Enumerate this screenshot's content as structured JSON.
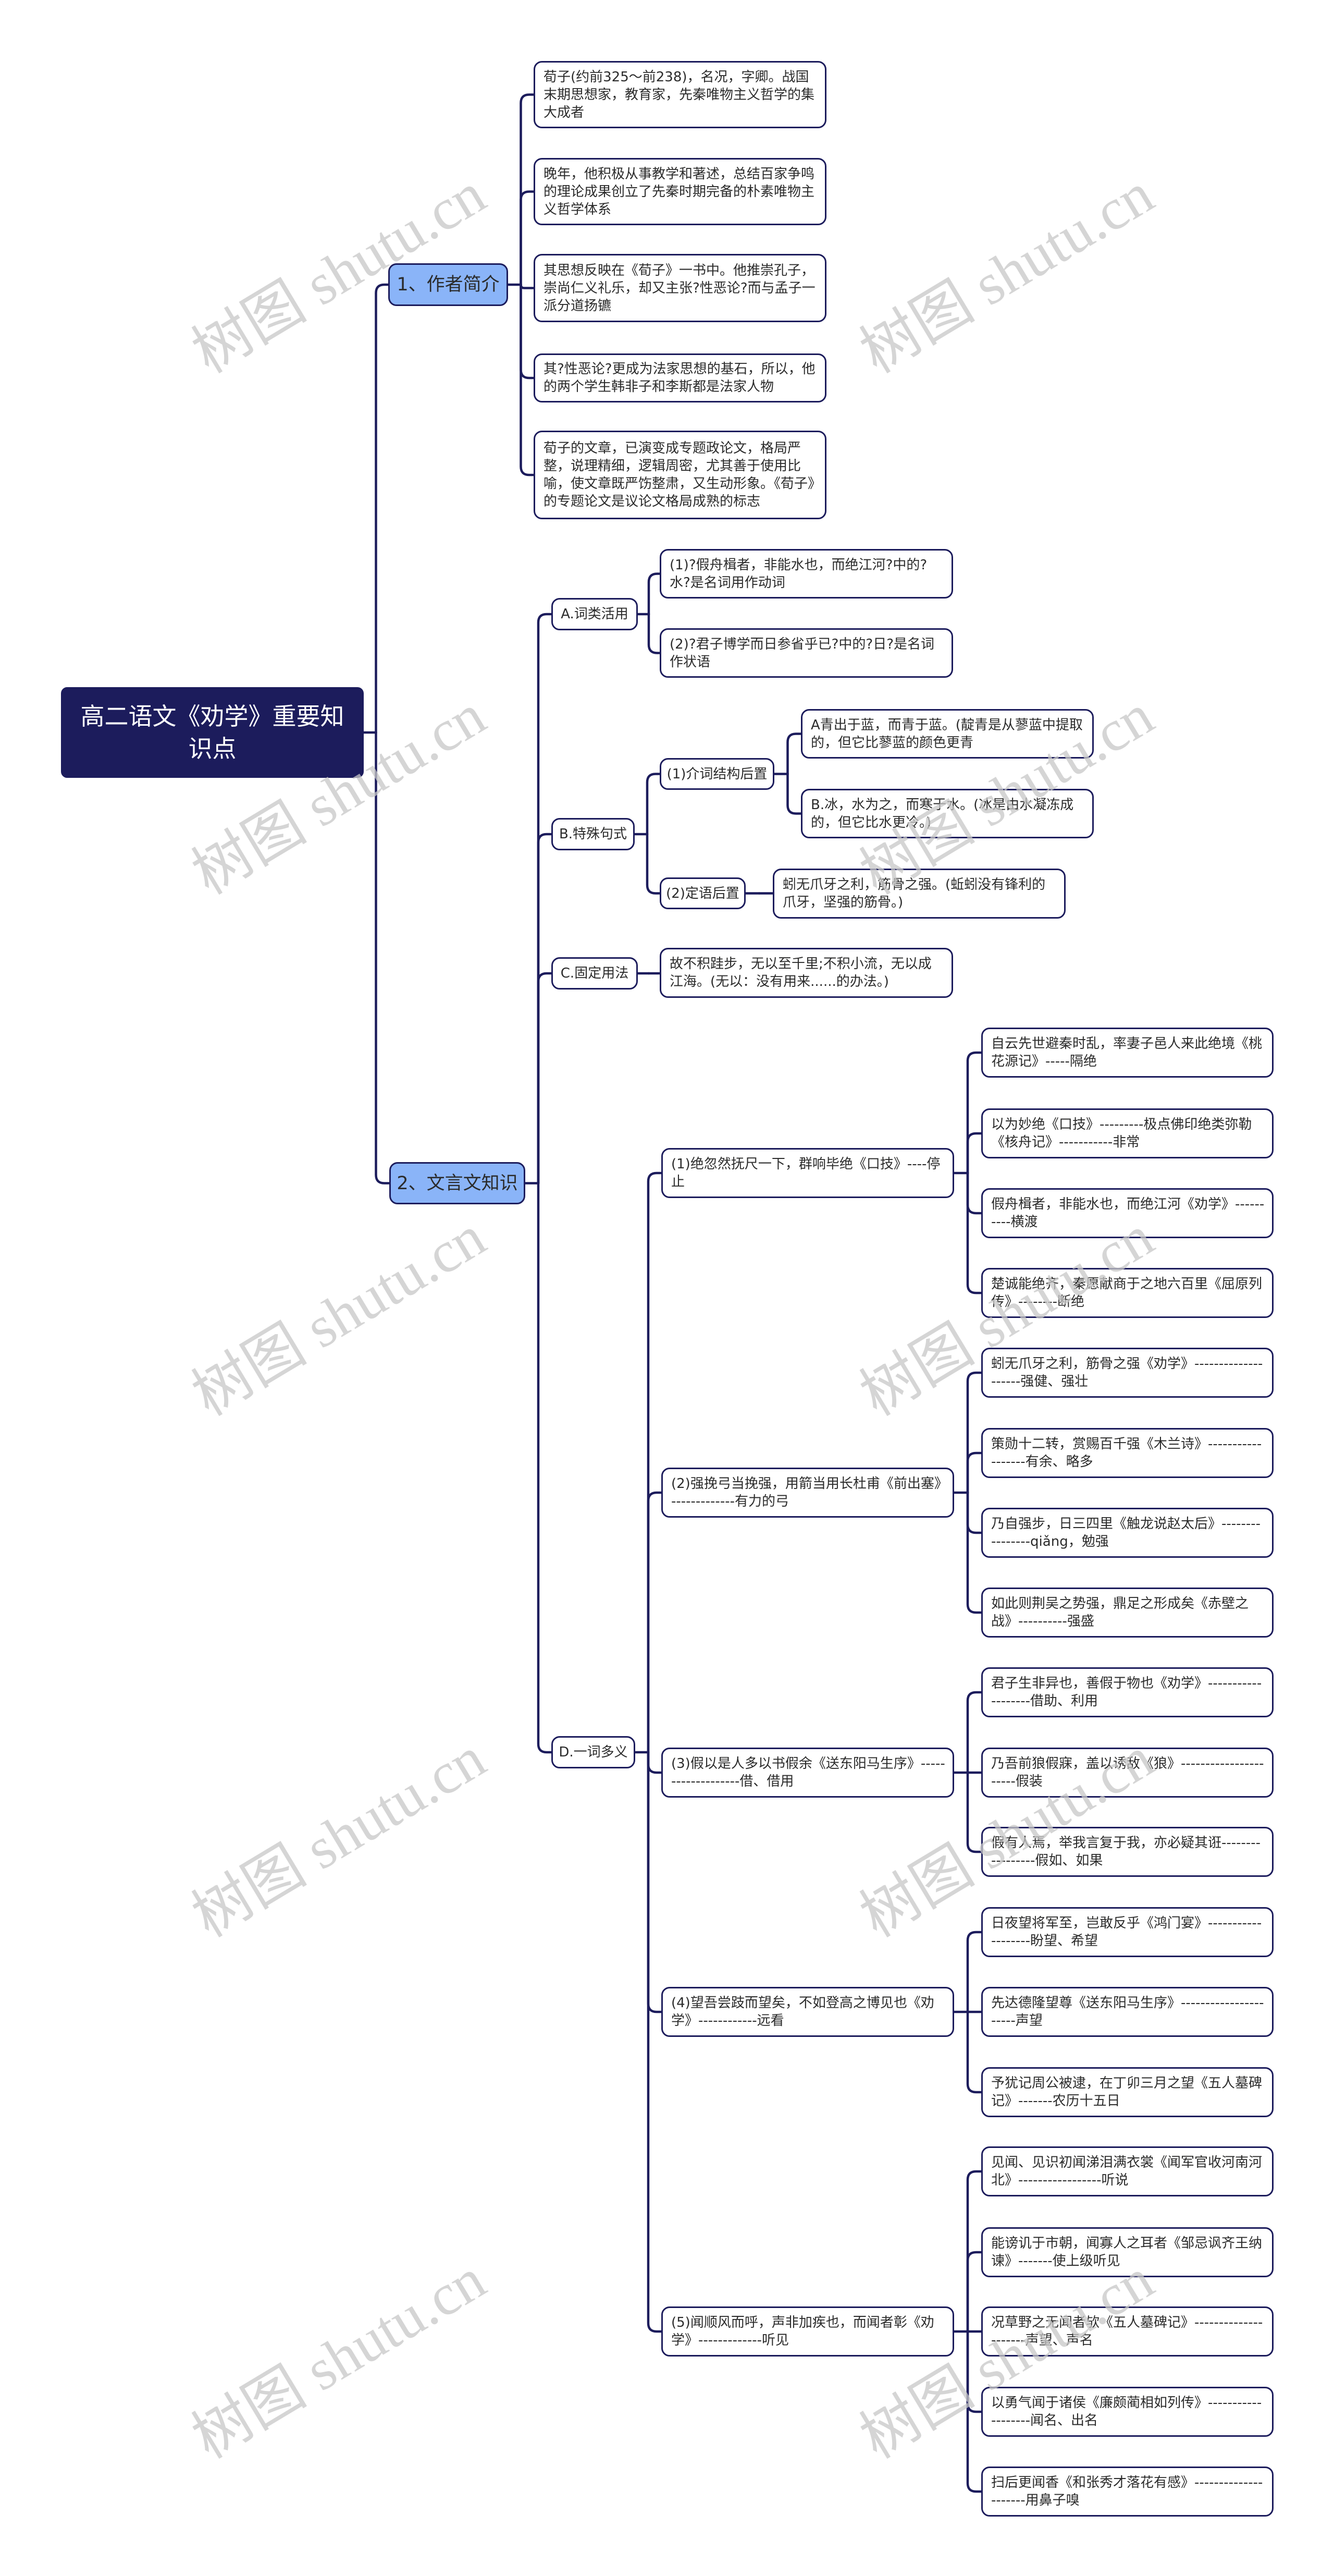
{
  "colors": {
    "line": "#1c1c5c",
    "root_bg": "#1c1c5c",
    "root_text": "#ffffff",
    "level1_bg": "#8ab4f8",
    "node_bg": "#ffffff",
    "text": "#2b2b2b",
    "watermark": "#c8c8c8"
  },
  "watermark": "树图 shutu.cn",
  "root": {
    "label": "高二语文《劝学》重要知识点"
  },
  "branches": [
    {
      "label": "1、作者简介",
      "children": [
        {
          "label": "荀子(约前325～前238)，名况，字卿。战国末期思想家，教育家，先秦唯物主义哲学的集大成者"
        },
        {
          "label": "晚年，他积极从事教学和著述，总结百家争鸣的理论成果创立了先秦时期完备的朴素唯物主义哲学体系"
        },
        {
          "label": "其思想反映在《荀子》一书中。他推崇孔子，崇尚仁义礼乐，却又主张?性恶论?而与孟子一派分道扬镳"
        },
        {
          "label": "其?性恶论?更成为法家思想的基石，所以，他的两个学生韩非子和李斯都是法家人物"
        },
        {
          "label": "荀子的文章，已演变成专题政论文，格局严整，说理精细，逻辑周密，尤其善于使用比喻，使文章既严饬整肃，又生动形象。《荀子》的专题论文是议论文格局成熟的标志"
        }
      ]
    },
    {
      "label": "2、文言文知识",
      "children": [
        {
          "label": "A.词类活用",
          "children": [
            {
              "label": "(1)?假舟楫者，非能水也，而绝江河?中的?水?是名词用作动词"
            },
            {
              "label": "(2)?君子博学而日参省乎已?中的?日?是名词作状语"
            }
          ]
        },
        {
          "label": "B.特殊句式",
          "children": [
            {
              "label": "(1)介词结构后置",
              "children": [
                {
                  "label": "A青出于蓝，而青于蓝。(靛青是从蓼蓝中提取的，但它比蓼蓝的颜色更青"
                },
                {
                  "label": "B.冰，水为之，而寒于水。(冰是由水凝冻成的，但它比水更冷。)"
                }
              ]
            },
            {
              "label": "(2)定语后置",
              "children": [
                {
                  "label": "蚓无爪牙之利，筋骨之强。(蚯蚓没有锋利的爪牙，坚强的筋骨。)"
                }
              ]
            }
          ]
        },
        {
          "label": "C.固定用法",
          "children": [
            {
              "label": "故不积跬步，无以至千里;不积小流，无以成江海。(无以：没有用来......的办法。)"
            }
          ]
        },
        {
          "label": "D.一词多义",
          "children": [
            {
              "label": "(1)绝忽然抚尺一下，群响毕绝《口技》----停止",
              "children": [
                {
                  "label": "自云先世避秦时乱，率妻子邑人来此绝境《桃花源记》-----隔绝"
                },
                {
                  "label": "以为妙绝《口技》---------极点佛印绝类弥勒《核舟记》-----------非常"
                },
                {
                  "label": "假舟楫者，非能水也，而绝江河《劝学》----------横渡"
                },
                {
                  "label": "楚诚能绝齐，秦愿献商于之地六百里《屈原列传》--------断绝"
                }
              ]
            },
            {
              "label": "(2)强挽弓当挽强，用箭当用长杜甫《前出塞》-------------有力的弓",
              "children": [
                {
                  "label": "蚓无爪牙之利，筋骨之强《劝学》--------------------强健、强壮"
                },
                {
                  "label": "策勋十二转，赏赐百千强《木兰诗》------------------有余、略多"
                },
                {
                  "label": "乃自强步，日三四里《触龙说赵太后》----------------qiǎng，勉强"
                },
                {
                  "label": "如此则荆吴之势强，鼎足之形成矣《赤壁之战》----------强盛"
                }
              ]
            },
            {
              "label": "(3)假以是人多以书假余《送东阳马生序》-------------------借、借用",
              "children": [
                {
                  "label": "君子生非异也，善假于物也《劝学》-------------------借助、利用"
                },
                {
                  "label": "乃吾前狼假寐，盖以诱敌《狼》----------------------假装"
                },
                {
                  "label": "假有人焉，举我言复于我，亦必疑其诳-----------------假如、如果"
                }
              ]
            },
            {
              "label": "(4)望吾尝跂而望矣，不如登高之博见也《劝学》------------远看",
              "children": [
                {
                  "label": "日夜望将军至，岂敢反乎《鸿门宴》-------------------盼望、希望"
                },
                {
                  "label": "先达德隆望尊《送东阳马生序》----------------------声望"
                },
                {
                  "label": "予犹记周公被逮，在丁卯三月之望《五人墓碑记》-------农历十五日"
                }
              ]
            },
            {
              "label": "(5)闻顺风而呼，声非加疾也，而闻者彰《劝学》-------------听见",
              "children": [
                {
                  "label": "见闻、见识初闻涕泪满衣裳《闻军官收河南河北》-----------------听说"
                },
                {
                  "label": "能谤讥于市朝，闻寡人之耳者《邹忌讽齐王纳谏》-------使上级听见"
                },
                {
                  "label": "况草野之无闻者欤《五人墓碑记》---------------------声望、声名"
                },
                {
                  "label": "以勇气闻于诸侯《廉颇蔺相如列传》-------------------闻名、出名"
                },
                {
                  "label": "扫后更闻香《和张秀才落花有感》---------------------用鼻子嗅"
                }
              ]
            }
          ]
        }
      ]
    }
  ]
}
